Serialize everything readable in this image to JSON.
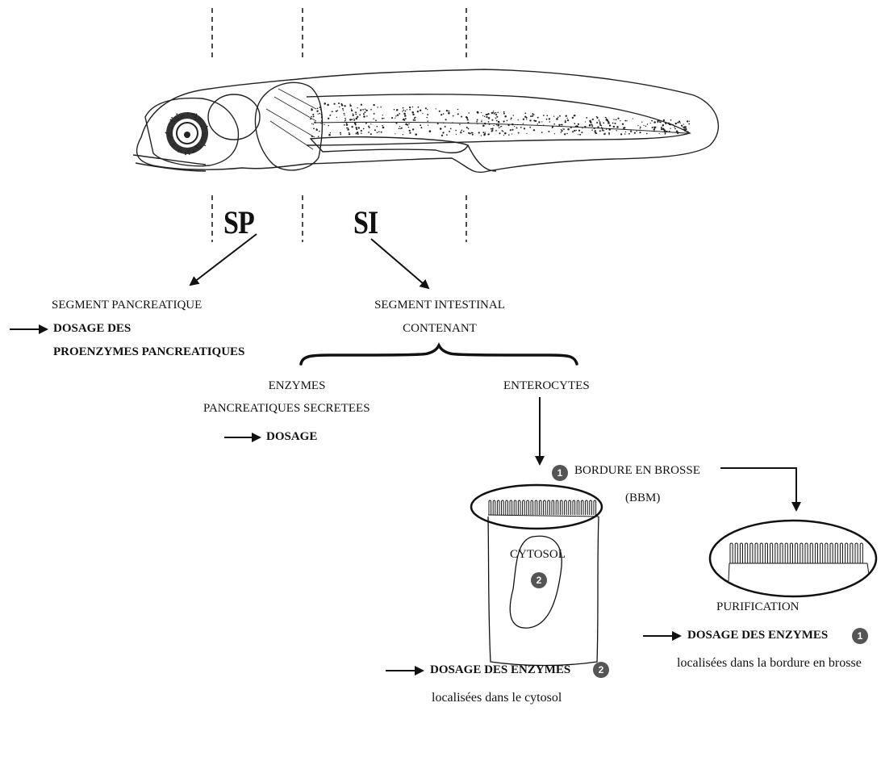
{
  "segments": {
    "sp_label": "SP",
    "si_label": "SI"
  },
  "pancreatic": {
    "title": "SEGMENT PANCREATIQUE",
    "assay_line1": "DOSAGE DES",
    "assay_line2": "PROENZYMES PANCREATIQUES"
  },
  "intestinal": {
    "title_line1": "SEGMENT INTESTINAL",
    "title_line2": "CONTENANT"
  },
  "secreted": {
    "line1": "ENZYMES",
    "line2": "PANCREATIQUES SECRETEES",
    "assay": "DOSAGE"
  },
  "enterocytes": {
    "label": "ENTEROCYTES"
  },
  "brush_border": {
    "badge": "1",
    "label": "BORDURE EN BROSSE",
    "abbr": "(BBM)"
  },
  "cytosol": {
    "label": "CYTOSOL",
    "badge": "2"
  },
  "purification": {
    "label": "PURIFICATION",
    "assay": "DOSAGE DES ENZYMES",
    "badge": "1",
    "note": "localisées dans la bordure en brosse"
  },
  "cytosol_assay": {
    "assay": "DOSAGE DES ENZYMES",
    "badge": "2",
    "note": "localisées dans le cytosol"
  },
  "colors": {
    "ink": "#111111",
    "badge_fill": "#555555",
    "background": "#ffffff"
  },
  "icons": {
    "larva": "fish-larva-icon",
    "cell": "enterocyte-cell-icon",
    "brush_border": "brush-border-icon"
  }
}
